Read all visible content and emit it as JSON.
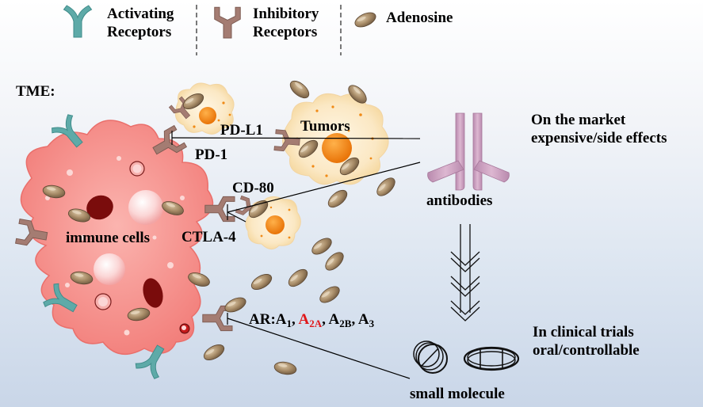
{
  "legend": {
    "activating": "Activating\nReceptors",
    "inhibitory": "Inhibitory\nReceptors",
    "adenosine": "Adenosine"
  },
  "labels": {
    "tme": "TME:",
    "tumors": "Tumors",
    "pd_l1": "PD-L1",
    "pd_1": "PD-1",
    "cd_80": "CD-80",
    "ctla_4": "CTLA-4",
    "immune_cells": "immune cells",
    "antibodies": "antibodies",
    "small_molecule": "small molecule",
    "on_market": "On the market\nexpensive/side effects",
    "clinical_trials": "In clinical trials\noral/controllable"
  },
  "ar": {
    "prefix": "AR:A",
    "s1": "1",
    "sep1": ", ",
    "a2a": "A",
    "s2a": "2A",
    "sep2": ", A",
    "s2b": "2B",
    "sep3": ", A",
    "s3": "3"
  },
  "colors": {
    "activating": "#5eaaa8",
    "inhibitory": "#a47c72",
    "adenosine": "#a78963",
    "immune_cell": "#f59e99",
    "antibody": "#c99bbb",
    "nucleus_immune": "#7a0c0c",
    "tumor_core": "#f08a16",
    "highlight_red": "#e0191b"
  }
}
